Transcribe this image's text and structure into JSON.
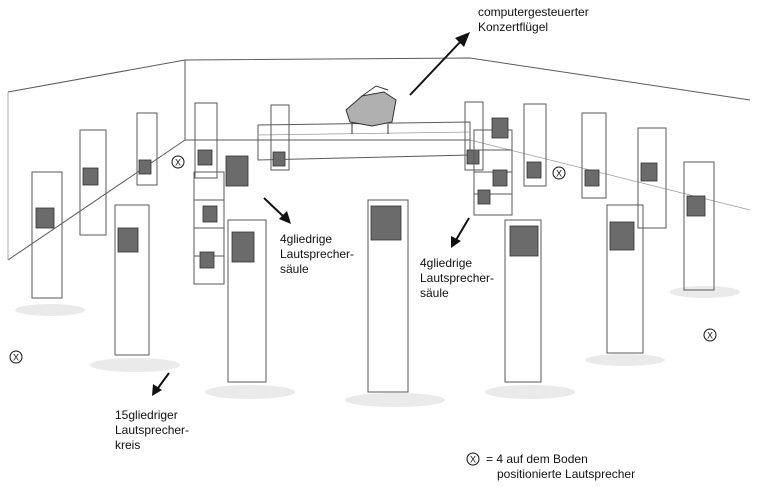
{
  "labels": {
    "piano": [
      "computergesteuerter",
      "Konzertflügel"
    ],
    "column_left": [
      "4gliedrige",
      "Lautsprecher-",
      "säule"
    ],
    "column_right": [
      "4gliedrige",
      "Lautsprecher-",
      "säule"
    ],
    "circle": [
      "15gliedriger",
      "Lautsprecher-",
      "kreis"
    ],
    "legend_symbol": "X",
    "legend_line1": "= 4 auf dem Boden",
    "legend_line2": "positionierte Lautsprecher"
  },
  "floor_marker_symbol": "X",
  "colors": {
    "ink": "#111111",
    "sketch": "#5a5a5a",
    "speaker": "#6b6b6b"
  }
}
